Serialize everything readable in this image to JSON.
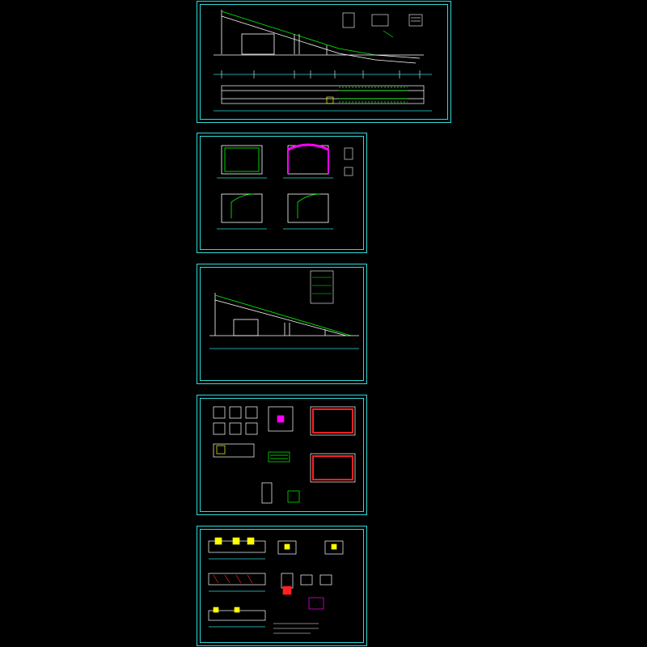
{
  "drawing": {
    "sheets": [
      {
        "id": "sheet-1",
        "content": "conveyor-gallery-elevation-and-plan"
      },
      {
        "id": "sheet-2",
        "content": "gallery-cross-sections"
      },
      {
        "id": "sheet-3",
        "content": "conveyor-gallery-elevation"
      },
      {
        "id": "sheet-4",
        "content": "foundation-and-pit-details"
      },
      {
        "id": "sheet-5",
        "content": "column-and-beam-details"
      }
    ],
    "colors": {
      "background": "#000000",
      "frame": "#2fd9d9",
      "structure": "#ffffff",
      "rebar": "#00ff00",
      "highlight": "#ffff00",
      "section_fill": "#ff00ff",
      "rebar_red": "#ff2020",
      "dimension": "#2fd9d9"
    }
  }
}
